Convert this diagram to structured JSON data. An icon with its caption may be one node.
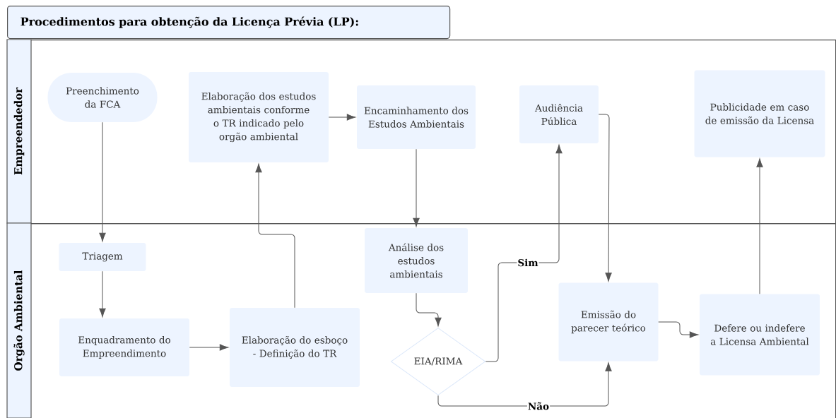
{
  "diagram": {
    "title": "Procedimentos para obtenção da Licença Prévia (LP):",
    "nodes": [
      {
        "text": [
          "Empreendedor"
        ]
      },
      {
        "text": [
          "Orgão Ambiental"
        ]
      },
      {
        "text": [
          "Preenchimento da FCA"
        ],
        "in": 0
      },
      {
        "text": [
          "Elaboração dos estudos ambientais conforme o TR indicado pelo orgão ambiental"
        ],
        "in": 0
      },
      {
        "text": [
          "Encaminhamento dos Estudos Ambientais"
        ],
        "in": 0
      },
      {
        "text": [
          "Audiência Pública"
        ],
        "in": 0
      },
      {
        "text": [
          "Publicidade em caso de emissão da Licensa"
        ],
        "in": 0
      },
      {
        "text": [
          "Triagem"
        ],
        "in": 1
      },
      {
        "text": [
          "Enquadramento do Empreendimento"
        ],
        "in": 1
      },
      {
        "text": [
          "Elaboração do esboço - Definição do TR"
        ],
        "in": 1
      },
      {
        "text": [
          "Análise dos estudos ambientais"
        ],
        "in": 1
      },
      {
        "text": [
          "EIA/RIMA"
        ],
        "in": 1
      },
      {
        "text": [
          "Emissão do parecer teórico"
        ],
        "in": 1
      },
      {
        "text": [
          "Defere ou indefere a Licensa Ambiental"
        ],
        "in": 1
      }
    ],
    "edges": [
      {
        "from": 2,
        "to": 7,
        "arrow": "to"
      },
      {
        "from": 7,
        "to": 8,
        "arrow": "to"
      },
      {
        "from": 8,
        "to": 9,
        "arrow": "to"
      },
      {
        "from": 9,
        "to": 3,
        "arrow": "to"
      },
      {
        "from": 3,
        "to": 4,
        "arrow": "to"
      },
      {
        "from": 4,
        "to": 10,
        "arrow": "to"
      },
      {
        "from": 10,
        "to": 11,
        "arrow": "to"
      },
      {
        "from": 11,
        "to": 5,
        "arrow": "to",
        "label": "Sim"
      },
      {
        "from": 11,
        "to": 12,
        "arrow": "to",
        "label": "Não"
      },
      {
        "from": 5,
        "to": 12,
        "arrow": "to"
      },
      {
        "from": 12,
        "to": 13,
        "arrow": "to"
      },
      {
        "from": 13,
        "to": 6,
        "arrow": "to"
      }
    ]
  }
}
